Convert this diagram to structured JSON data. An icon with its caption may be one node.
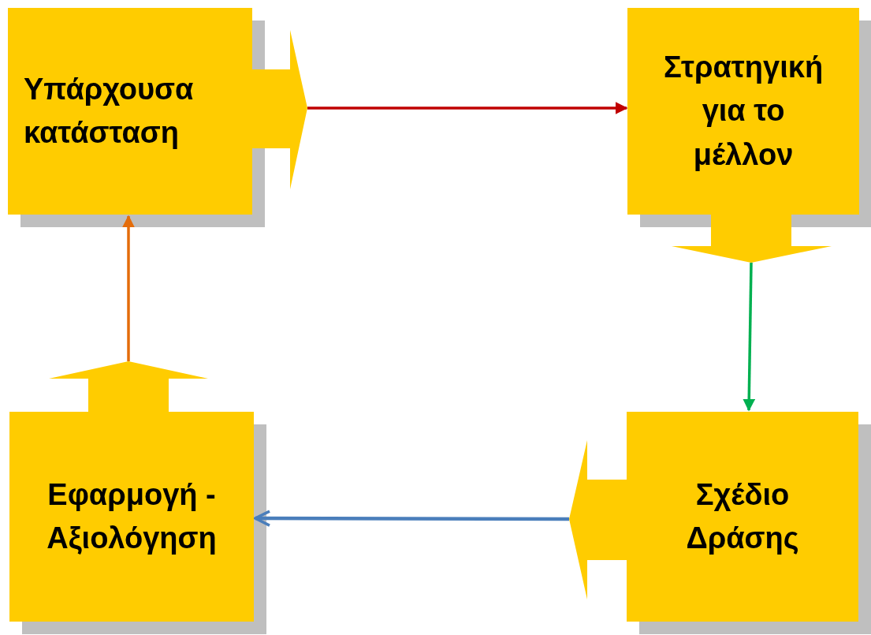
{
  "diagram": {
    "nodes": [
      {
        "text": [
          "Υπάρχουσα κατάσταση"
        ]
      },
      {
        "text": [
          "Στρατηγική για το μέλλον"
        ]
      },
      {
        "text": [
          "Σχέδιο Δράσης"
        ]
      },
      {
        "text": [
          "Εφαρμογή - Αξιολόγηση"
        ]
      }
    ],
    "edges": [
      {
        "from": 0,
        "to": 1,
        "arrow": "to",
        "color": "#c00000"
      },
      {
        "from": 1,
        "to": 2,
        "arrow": "to",
        "color": "#00b050"
      },
      {
        "from": 2,
        "to": 3,
        "arrow": "to",
        "color": "#4a7ebb"
      },
      {
        "from": 3,
        "to": 0,
        "arrow": "to",
        "color": "#e46c0a"
      }
    ]
  }
}
